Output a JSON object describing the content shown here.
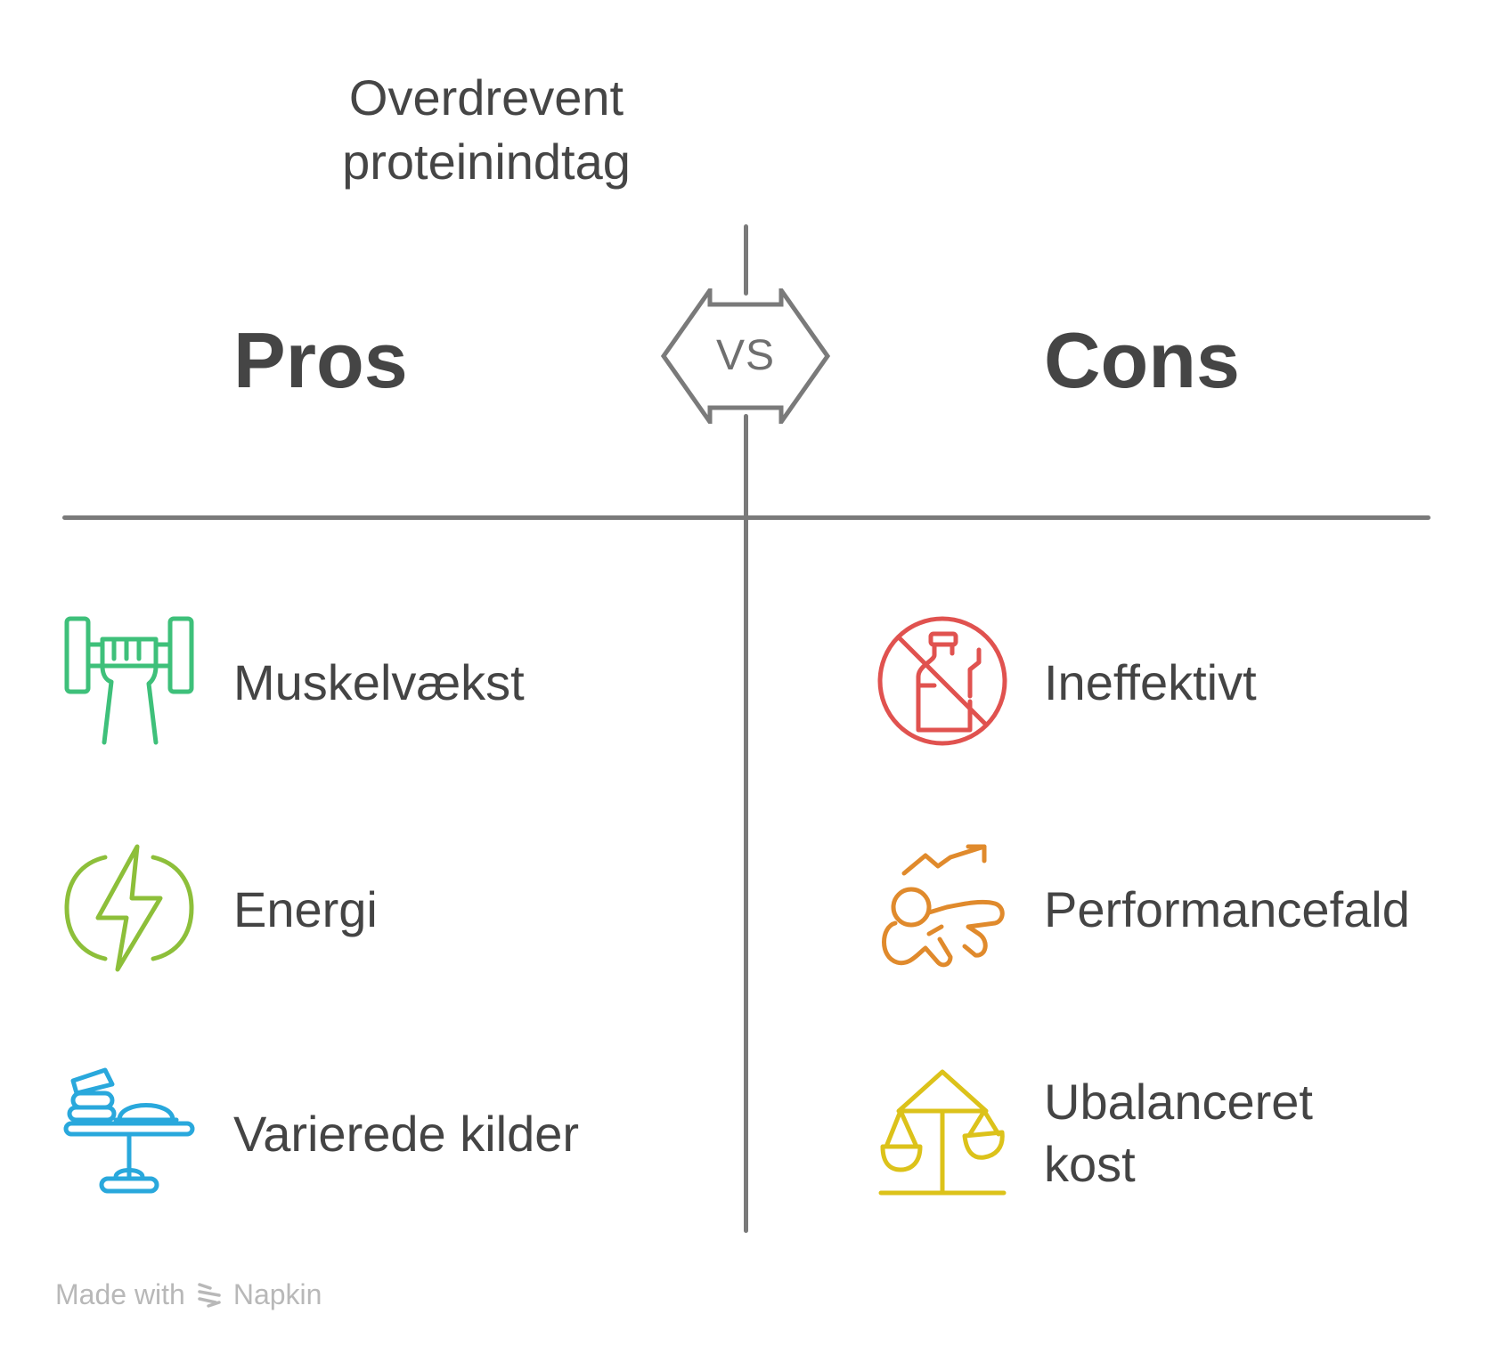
{
  "topic": {
    "line1": "Overdrevent",
    "line2": "proteinindtag"
  },
  "vs_label": "VS",
  "pros": {
    "heading": "Pros",
    "items": [
      {
        "label": "Muskelvækst",
        "icon": "dumbbell-hand-icon",
        "color": "#3ec07a"
      },
      {
        "label": "Energi",
        "icon": "energy-bolt-icon",
        "color": "#8dbf3a"
      },
      {
        "label": "Varierede kilder",
        "icon": "food-table-icon",
        "color": "#29a8dc"
      }
    ]
  },
  "cons": {
    "heading": "Cons",
    "items": [
      {
        "label": "Ineffektivt",
        "icon": "no-protein-shake-icon",
        "color": "#e0524f"
      },
      {
        "label": "Performancefald",
        "icon": "tired-person-icon",
        "color": "#e08a2c"
      },
      {
        "label": "Ubalanceret kost",
        "line1": "Ubalanceret",
        "line2": "kost",
        "icon": "unbalanced-scale-icon",
        "color": "#dcc21a"
      }
    ]
  },
  "footer": {
    "made_with": "Made with",
    "brand": "Napkin"
  },
  "colors": {
    "text": "#444444",
    "divider": "#7a7a7a",
    "footer": "#b8b8b8"
  }
}
